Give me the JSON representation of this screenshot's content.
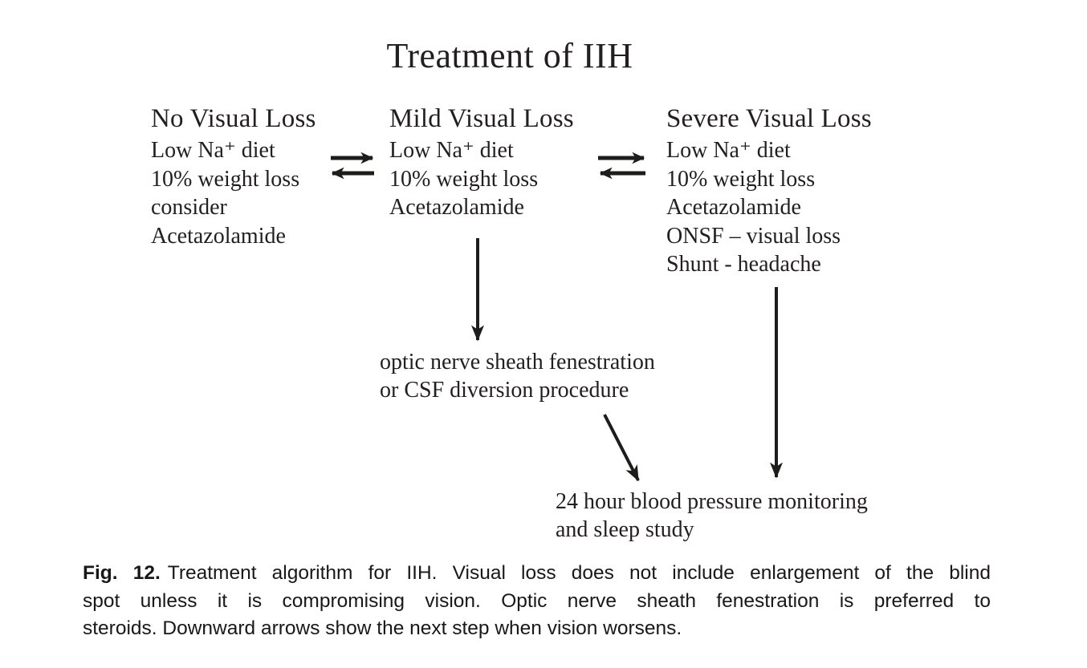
{
  "diagram": {
    "title": "Treatment of IIH",
    "columns": [
      {
        "heading": "No Visual Loss",
        "items": [
          "Low Na⁺ diet",
          "10% weight loss",
          "consider",
          "Acetazolamide"
        ]
      },
      {
        "heading": "Mild Visual Loss",
        "items": [
          "Low Na⁺ diet",
          "10% weight loss",
          "Acetazolamide"
        ]
      },
      {
        "heading": "Severe Visual Loss",
        "items": [
          "Low Na⁺ diet",
          "10% weight loss",
          "Acetazolamide",
          "ONSF – visual loss",
          "Shunt - headache"
        ]
      }
    ],
    "onsf_node": {
      "line1": "optic nerve sheath fenestration",
      "line2": "or CSF diversion procedure"
    },
    "bp_node": {
      "line1": "24 hour blood pressure monitoring",
      "line2": "and sleep study"
    },
    "arrows": {
      "no_mild": "bidirectional-equilibrium-arrows",
      "mild_severe": "bidirectional-equilibrium-arrows",
      "mild_down": "down-arrow-to-onsf-csf-node",
      "onsf_diagonal": "diagonal-down-right-arrow-to-bp-node",
      "severe_down": "down-arrow-to-bp-node"
    }
  },
  "caption": {
    "label": "Fig. 12.",
    "line1": "Treatment algorithm for IIH. Visual loss does not include enlargement of the blind",
    "line2": "spot unless it is compromising vision. Optic nerve sheath fenestration is preferred to",
    "line3": "steroids. Downward arrows show the next step when vision worsens."
  },
  "colors": {
    "text": "#231f20",
    "arrow": "#1d1d1b",
    "background": "#ffffff"
  }
}
